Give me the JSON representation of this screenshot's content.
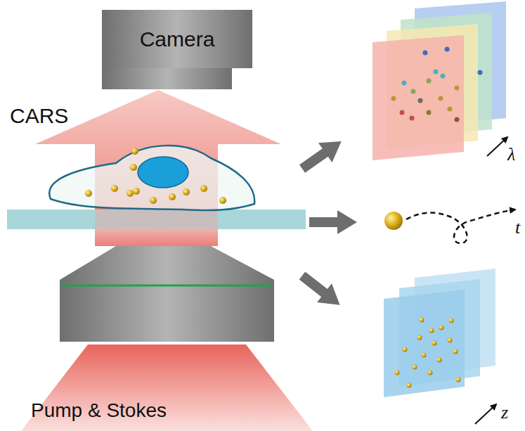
{
  "diagram": {
    "nodes": [
      {
        "text": [
          "Camera"
        ]
      }
    ],
    "labels": [
      "CARS",
      "Pump & Stokes",
      "λ",
      "t",
      "z"
    ]
  }
}
